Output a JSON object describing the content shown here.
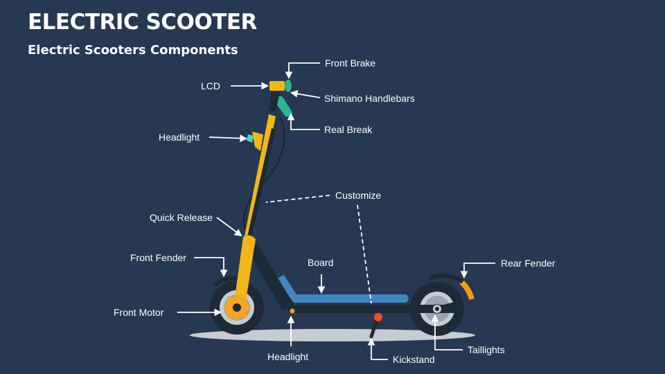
{
  "title": "ELECTRIC SCOOTER",
  "subtitle": "Electric Scooters Components",
  "labels": {
    "front_brake": "Front Brake",
    "lcd": "LCD",
    "shimano_handlebars": "Shimano Handlebars",
    "real_break": "Real Break",
    "headlight_top": "Headlight",
    "customize": "Customize",
    "quick_release": "Quick Release",
    "board": "Board",
    "front_fender": "Front Fender",
    "rear_fender": "Rear Fender",
    "front_motor": "Front Motor",
    "headlight_bottom": "Headlight",
    "taillights": "Taillights",
    "kickstand": "Kickstand"
  },
  "colors": {
    "background": "#263852",
    "stem_yellow": "#f2b716",
    "frame_dark": "#1d2a36",
    "board_blue": "#3f86bf",
    "fender_orange": "#f39c12",
    "motor_orange": "#f5a623",
    "wheel_hub": "#c5ccd3",
    "handle_green": "#2ab58a",
    "shadow": "#c8ccd2"
  }
}
